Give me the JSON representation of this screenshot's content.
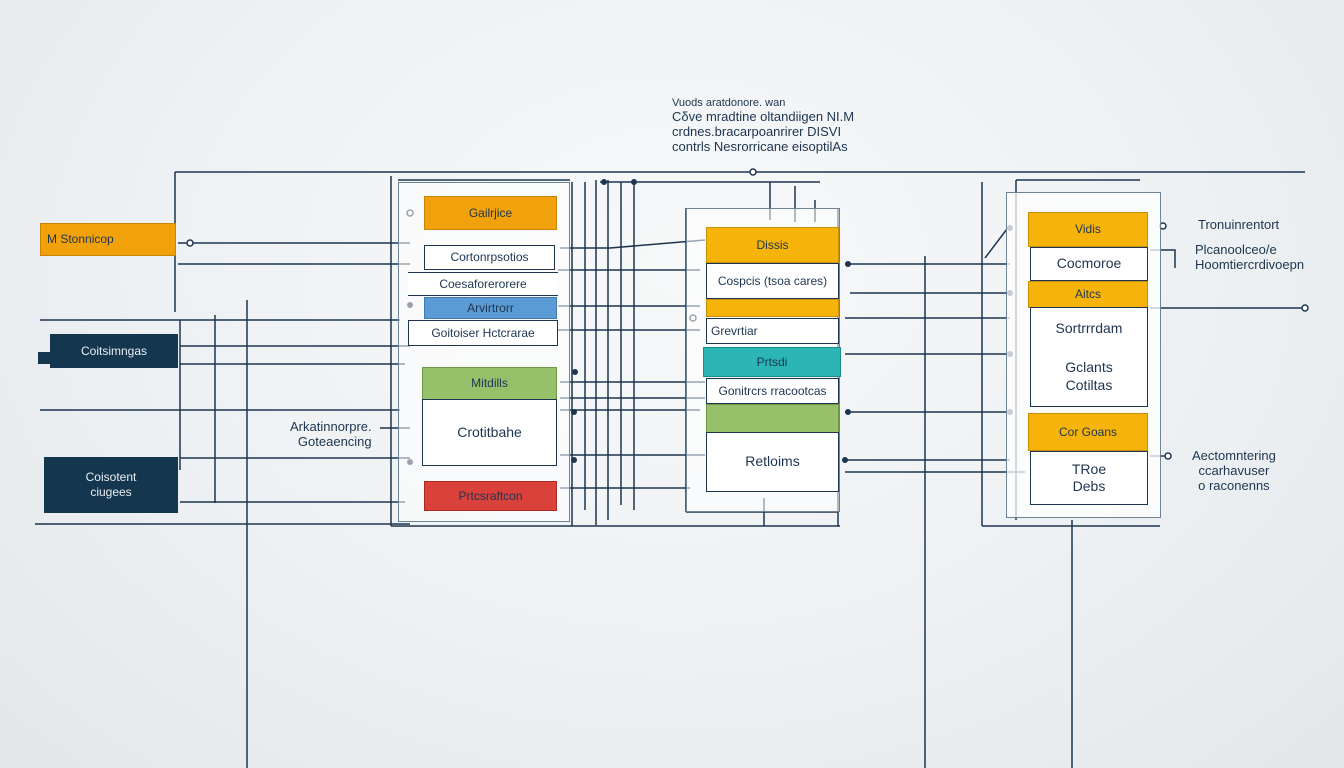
{
  "header_text": {
    "line1": "Vuods aratdonore. wan",
    "line2": "Cδve mradtine oltandiigen NI.M",
    "line3": "crdnes.bracarpoanrirer DISVI",
    "line4": "contrls Nesrorricane eisoptilAs"
  },
  "left_boxes": {
    "box1": "M Stonnicop",
    "box2": "Coitsimngas",
    "box3_line1": "Coisotent",
    "box3_line2": "ciugees"
  },
  "middle_label": {
    "line1": "Arkatinnorpre.",
    "line2": "Goteaencing"
  },
  "column1": {
    "top": "Gailrjice",
    "row1": "Cortonrpsotios",
    "row2": "Coesaforerorere",
    "row3": "Arvirtrorr",
    "row4": "Goitoiser Hctcrarae",
    "green_header": "Mitdills",
    "green_body": "Crotitbahe",
    "bottom": "Prtcsraftcon"
  },
  "column2": {
    "top": "Dissis",
    "row1": "Cospcis (tsoa cares)",
    "row2": "Grevrtiar",
    "teal": "Prtsdi",
    "row3": "Gonitrcrs rracootcas",
    "body": "Retloims"
  },
  "column3": {
    "top": "Vidis",
    "row1": "Cocmoroe",
    "yellow2": "Aitcs",
    "body_line1": "Sortrrrdam",
    "body_line2": "Gclants",
    "body_line3": "Cotiltas",
    "yellow3": "Cor Goans",
    "bottom_line1": "TRoe",
    "bottom_line2": "Debs"
  },
  "right_labels": {
    "label1": "Tronuinrentort",
    "label2_line1": "Plcanoolceo/e",
    "label2_line2": "Hoomtiercrdivoepn",
    "label3_line1": "Aectomntering",
    "label3_line2": "ccarhavuser",
    "label3_line3": "o raconenns"
  },
  "colors": {
    "navy": "#15364f",
    "line": "#1d3550",
    "orange": "#f1a20b",
    "yellow": "#f6b40b",
    "blue": "#5b9bd5",
    "green": "#97c06a",
    "teal": "#2bb5b5",
    "red": "#d9413a"
  }
}
